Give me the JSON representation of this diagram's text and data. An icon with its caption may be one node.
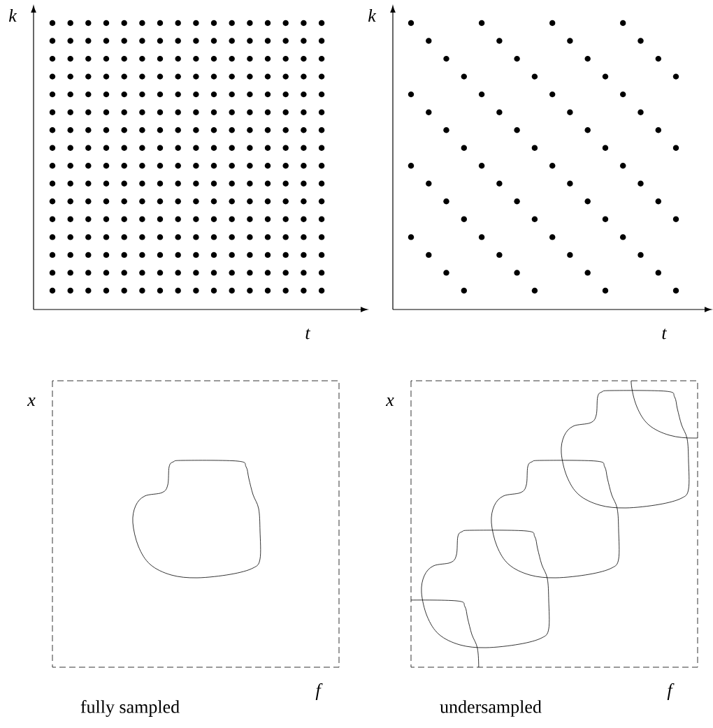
{
  "diagram": {
    "labels": [
      "k",
      "t",
      "k",
      "t",
      "x",
      "f",
      "x",
      "f",
      "fully sampled",
      "undersampled"
    ]
  }
}
